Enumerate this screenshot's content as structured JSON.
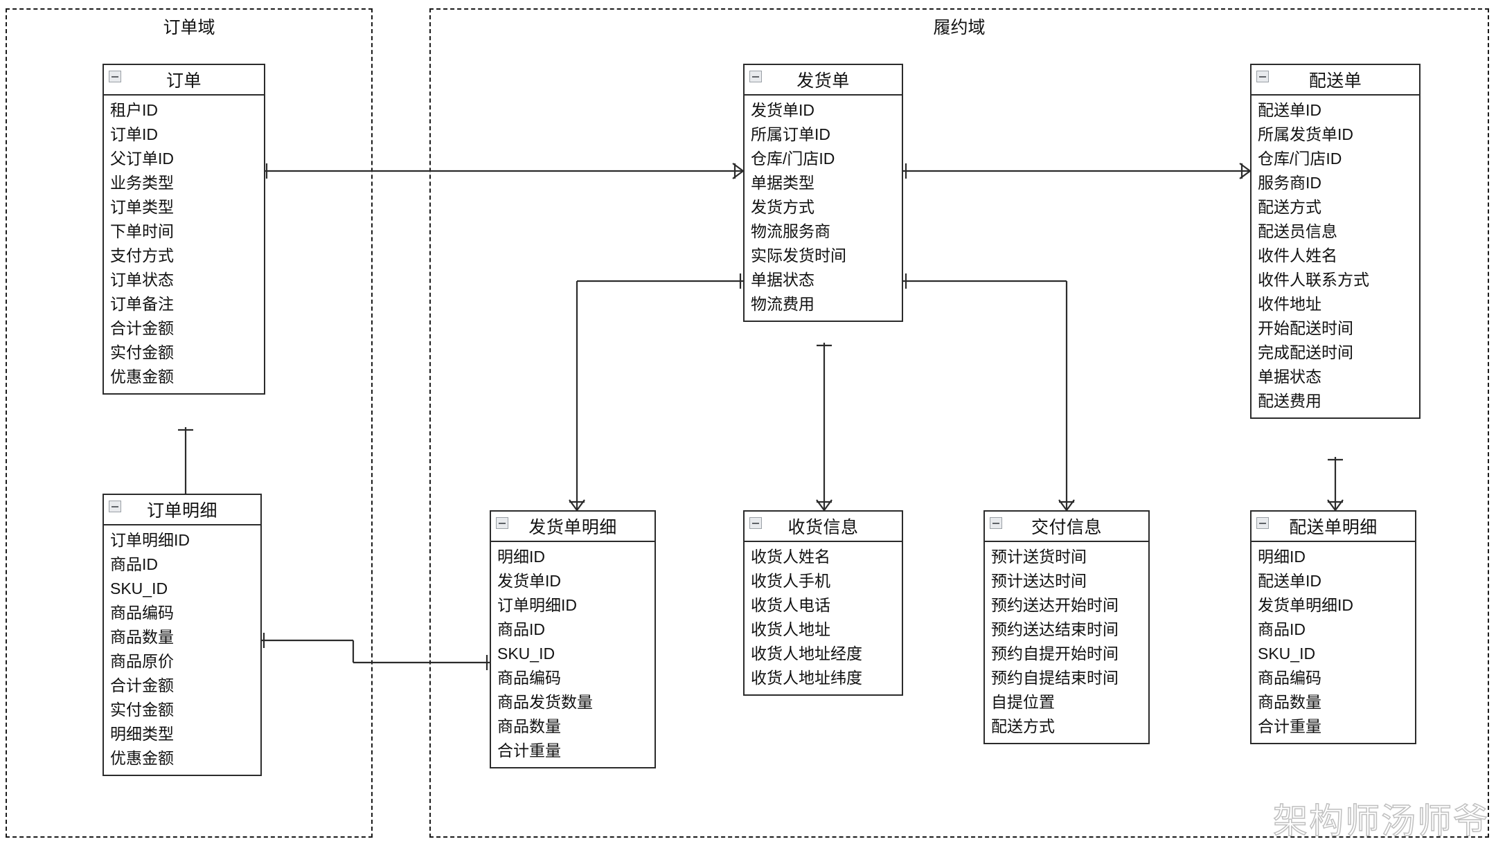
{
  "diagram": {
    "type": "er-diagram",
    "notation": "crows-foot",
    "background": "#ffffff",
    "line_color": "#2b2b2b",
    "border_color": "#2b2b2b",
    "watermark": "架构师汤师爷"
  },
  "domains": [
    {
      "id": "order-domain",
      "label": "订单域"
    },
    {
      "id": "fulfillment-domain",
      "label": "履约域"
    }
  ],
  "entities": [
    {
      "id": "order",
      "title": "订单",
      "collapse_icon": "collapse-minus-icon",
      "fields": [
        "租户ID",
        "订单ID",
        "父订单ID",
        "业务类型",
        "订单类型",
        "下单时间",
        "支付方式",
        "订单状态",
        "订单备注",
        "合计金额",
        "实付金额",
        "优惠金额"
      ]
    },
    {
      "id": "order-detail",
      "title": "订单明细",
      "collapse_icon": "collapse-minus-icon",
      "fields": [
        "订单明细ID",
        "商品ID",
        "SKU_ID",
        "商品编码",
        "商品数量",
        "商品原价",
        "合计金额",
        "实付金额",
        "明细类型",
        "优惠金额"
      ]
    },
    {
      "id": "shipment",
      "title": "发货单",
      "collapse_icon": "collapse-minus-icon",
      "fields": [
        "发货单ID",
        "所属订单ID",
        "仓库/门店ID",
        "单据类型",
        "发货方式",
        "物流服务商",
        "实际发货时间",
        "单据状态",
        "物流费用"
      ]
    },
    {
      "id": "delivery-order",
      "title": "配送单",
      "collapse_icon": "collapse-minus-icon",
      "fields": [
        "配送单ID",
        "所属发货单ID",
        "仓库/门店ID",
        "服务商ID",
        "配送方式",
        "配送员信息",
        "收件人姓名",
        "收件人联系方式",
        "收件地址",
        "开始配送时间",
        "完成配送时间",
        "单据状态",
        "配送费用"
      ]
    },
    {
      "id": "shipment-detail",
      "title": "发货单明细",
      "collapse_icon": "collapse-minus-icon",
      "fields": [
        "明细ID",
        "发货单ID",
        "订单明细ID",
        "商品ID",
        "SKU_ID",
        "商品编码",
        "商品发货数量",
        "商品数量",
        "合计重量"
      ]
    },
    {
      "id": "receiving-info",
      "title": "收货信息",
      "collapse_icon": "collapse-minus-icon",
      "fields": [
        "收货人姓名",
        "收货人手机",
        "收货人电话",
        "收货人地址",
        "收货人地址经度",
        "收货人地址纬度"
      ]
    },
    {
      "id": "delivery-info",
      "title": "交付信息",
      "collapse_icon": "collapse-minus-icon",
      "fields": [
        "预计送货时间",
        "预计送达时间",
        "预约送达开始时间",
        "预约送达结束时间",
        "预约自提开始时间",
        "预约自提结束时间",
        "自提位置",
        "配送方式"
      ]
    },
    {
      "id": "delivery-detail",
      "title": "配送单明细",
      "collapse_icon": "collapse-minus-icon",
      "fields": [
        "明细ID",
        "配送单ID",
        "发货单明细ID",
        "商品ID",
        "SKU_ID",
        "商品编码",
        "商品数量",
        "合计重量"
      ]
    }
  ],
  "relationships": [
    {
      "from": "order",
      "to": "shipment",
      "from_card": "one",
      "to_card": "many"
    },
    {
      "from": "shipment",
      "to": "delivery-order",
      "from_card": "one",
      "to_card": "many"
    },
    {
      "from": "order",
      "to": "order-detail",
      "from_card": "one",
      "to_card": "many"
    },
    {
      "from": "order-detail",
      "to": "shipment-detail",
      "from_card": "one",
      "to_card": "one"
    },
    {
      "from": "shipment",
      "to": "shipment-detail",
      "from_card": "one",
      "to_card": "many"
    },
    {
      "from": "shipment",
      "to": "receiving-info",
      "from_card": "one",
      "to_card": "many"
    },
    {
      "from": "shipment",
      "to": "delivery-info",
      "from_card": "one",
      "to_card": "many"
    },
    {
      "from": "delivery-order",
      "to": "delivery-detail",
      "from_card": "one",
      "to_card": "many"
    }
  ]
}
